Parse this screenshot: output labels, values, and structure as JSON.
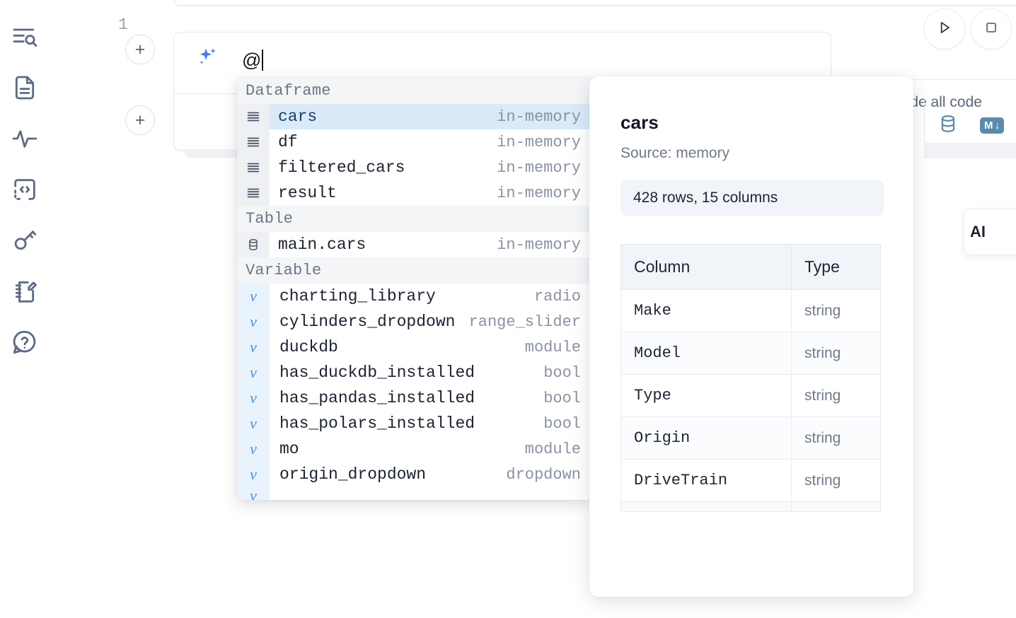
{
  "sidebar": {
    "items": [
      {
        "name": "explorer-search",
        "icon": "list-search-icon"
      },
      {
        "name": "file-explorer",
        "icon": "document-icon"
      },
      {
        "name": "variables",
        "icon": "activity-pulse-icon"
      },
      {
        "name": "snippets",
        "icon": "code-brackets-icon"
      },
      {
        "name": "secrets",
        "icon": "key-icon"
      },
      {
        "name": "scratchpad",
        "icon": "notebook-pencil-icon"
      },
      {
        "name": "help",
        "icon": "question-chat-icon"
      }
    ]
  },
  "ai_bar": {
    "icon": "sparkle-icon",
    "value": "@",
    "placeholder": "",
    "include_all_code_label": "Include all code",
    "include_all_code_checked": false,
    "run_button_icon": "play-triangle-icon",
    "stop_button_icon": "square-stop-icon"
  },
  "code_cell": {
    "line_number": "1",
    "toolbar": {
      "database_icon": "database-icon",
      "markdown_label": "M",
      "markdown_arrow": "↓"
    }
  },
  "tooltip_fragment": {
    "text": "AI"
  },
  "autocomplete": {
    "groups": [
      {
        "label": "Dataframe",
        "rows": [
          {
            "icon": "dataframe-rows-icon",
            "name": "cars",
            "type": "in-memory",
            "selected": true
          },
          {
            "icon": "dataframe-rows-icon",
            "name": "df",
            "type": "in-memory",
            "selected": false
          },
          {
            "icon": "dataframe-rows-icon",
            "name": "filtered_cars",
            "type": "in-memory",
            "selected": false
          },
          {
            "icon": "dataframe-rows-icon",
            "name": "result",
            "type": "in-memory",
            "selected": false
          }
        ]
      },
      {
        "label": "Table",
        "rows": [
          {
            "icon": "database-icon",
            "name": "main.cars",
            "type": "in-memory",
            "selected": false
          }
        ]
      },
      {
        "label": "Variable",
        "rows": [
          {
            "icon": "variable-icon",
            "name": "charting_library",
            "type": "radio",
            "selected": false
          },
          {
            "icon": "variable-icon",
            "name": "cylinders_dropdown",
            "type": "range_slider",
            "selected": false
          },
          {
            "icon": "variable-icon",
            "name": "duckdb",
            "type": "module",
            "selected": false
          },
          {
            "icon": "variable-icon",
            "name": "has_duckdb_installed",
            "type": "bool",
            "selected": false
          },
          {
            "icon": "variable-icon",
            "name": "has_pandas_installed",
            "type": "bool",
            "selected": false
          },
          {
            "icon": "variable-icon",
            "name": "has_polars_installed",
            "type": "bool",
            "selected": false
          },
          {
            "icon": "variable-icon",
            "name": "mo",
            "type": "module",
            "selected": false
          },
          {
            "icon": "variable-icon",
            "name": "origin_dropdown",
            "type": "dropdown",
            "selected": false
          }
        ]
      }
    ]
  },
  "preview": {
    "title": "cars",
    "source": "Source: memory",
    "shape": "428 rows, 15 columns",
    "table": {
      "headers": [
        "Column",
        "Type"
      ],
      "rows": [
        {
          "column": "Make",
          "type": "string"
        },
        {
          "column": "Model",
          "type": "string"
        },
        {
          "column": "Type",
          "type": "string"
        },
        {
          "column": "Origin",
          "type": "string"
        },
        {
          "column": "DriveTrain",
          "type": "string"
        }
      ]
    }
  },
  "colors": {
    "accent": "#3b82f6",
    "selected_row": "#daeaf9",
    "group_header_bg": "#f3f5f7",
    "icon_rail": "#5c6b84",
    "toolbar_icon": "#5b8bab"
  }
}
